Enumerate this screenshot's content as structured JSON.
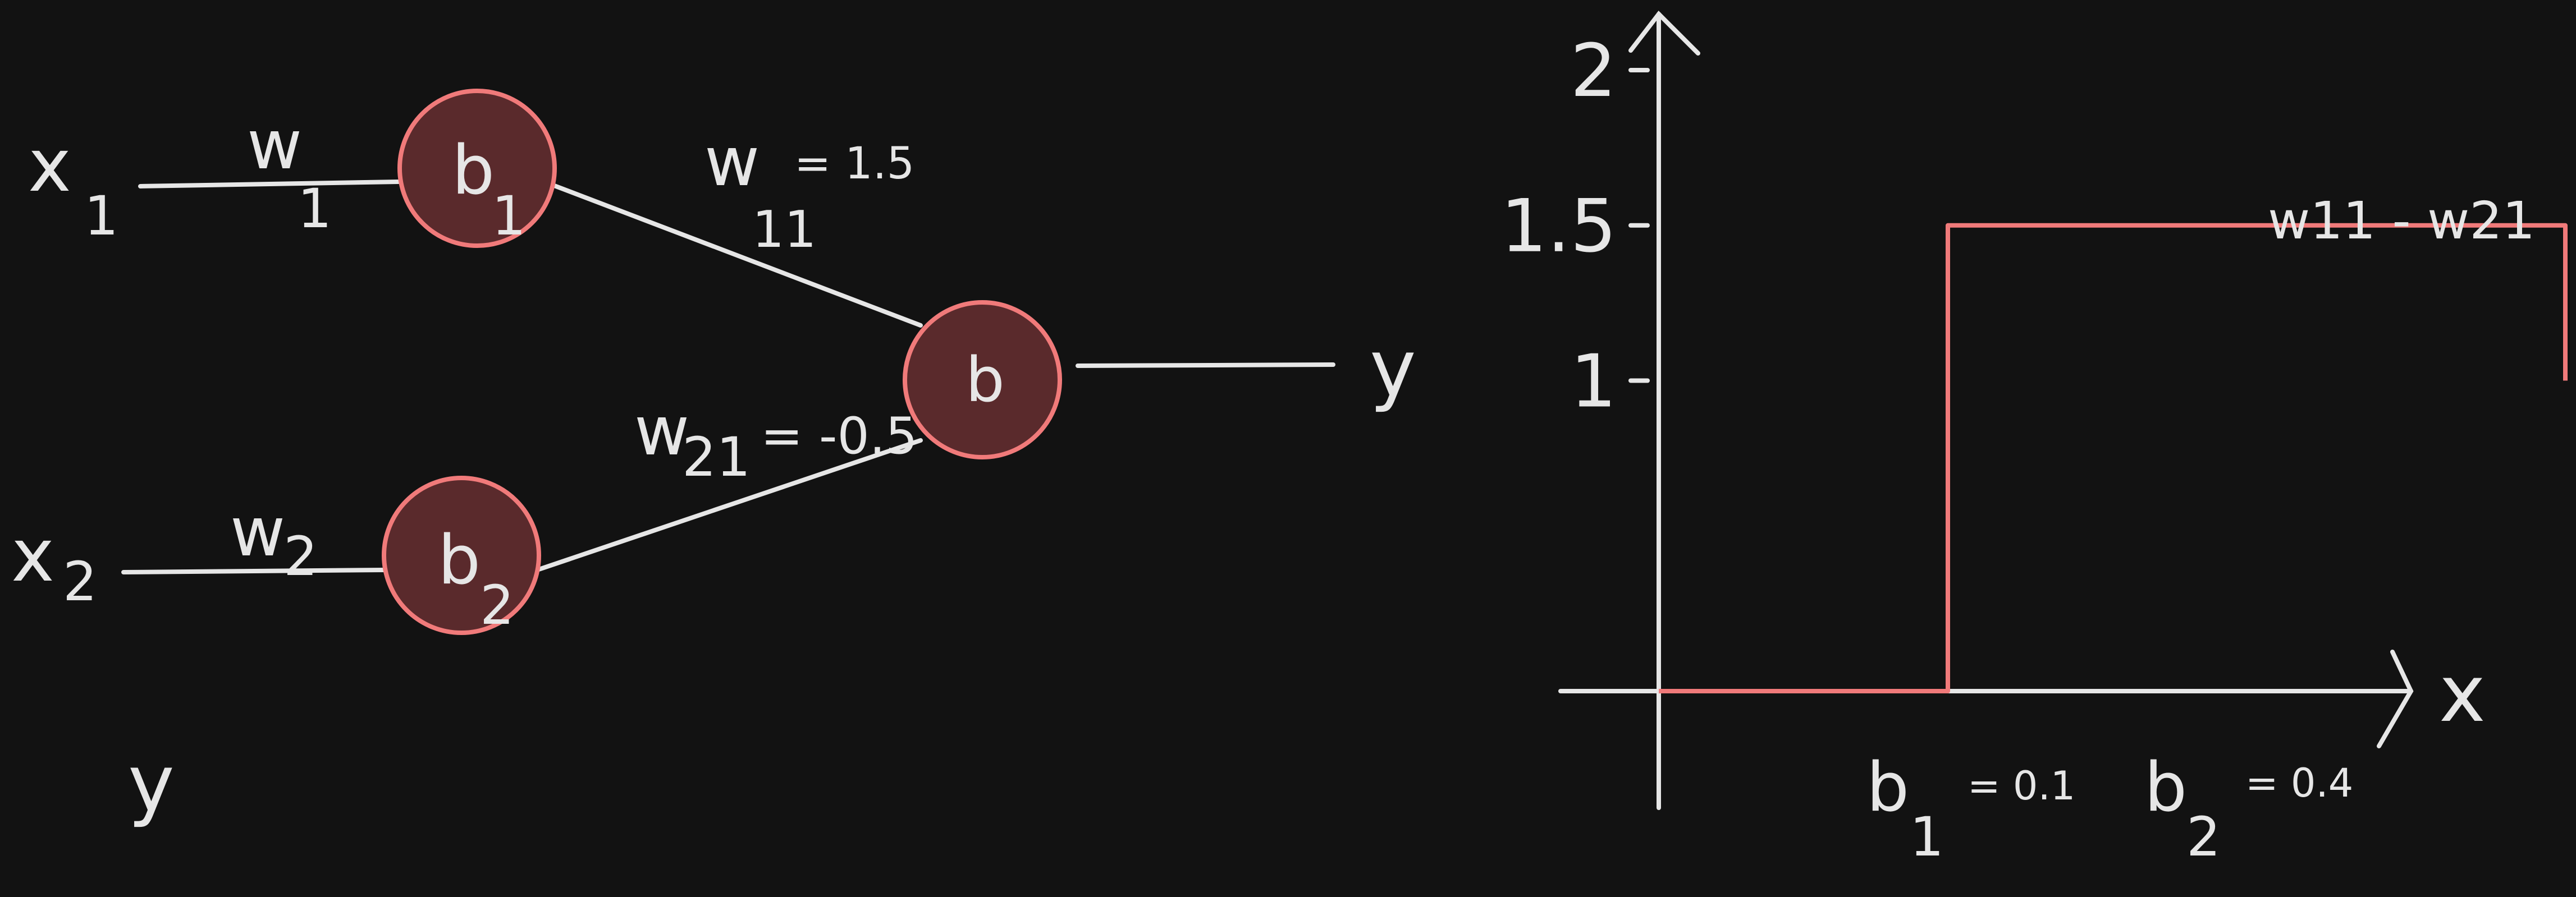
{
  "network": {
    "inputs": [
      {
        "main": "x",
        "sub": "1"
      },
      {
        "main": "x",
        "sub": "2"
      }
    ],
    "input_weights": [
      {
        "main": "w",
        "sub": "1"
      },
      {
        "main": "w",
        "sub": "2"
      }
    ],
    "hidden": [
      {
        "main": "b",
        "sub": "1"
      },
      {
        "main": "b",
        "sub": "2"
      }
    ],
    "hidden_weights": [
      {
        "main": "w",
        "sub": "11",
        "value": "= 1.5"
      },
      {
        "main": "w",
        "sub": "21",
        "value": "= -0.5"
      }
    ],
    "output_node": "b",
    "output_label": "y",
    "bottom_label": "y"
  },
  "colors": {
    "background": "#121212",
    "ink": "#e6e6e6",
    "accent": "#f07a7a",
    "node_fill": "#5a2a2c"
  },
  "chart_data": {
    "type": "line",
    "x": [
      0,
      0.1,
      0.1,
      0.4,
      0.4,
      1.0
    ],
    "y": [
      0,
      0,
      1.5,
      1.5,
      1,
      1
    ],
    "xlabel": "x",
    "ylabel": "",
    "ylim": [
      0,
      2
    ],
    "y_ticks": [
      "1",
      "1.5",
      "2"
    ],
    "x_markers": [
      {
        "main": "b",
        "sub": "1",
        "value": "= 0.1"
      },
      {
        "main": "b",
        "sub": "2",
        "value": "= 0.4"
      }
    ],
    "annotation": "w11 - w21"
  }
}
